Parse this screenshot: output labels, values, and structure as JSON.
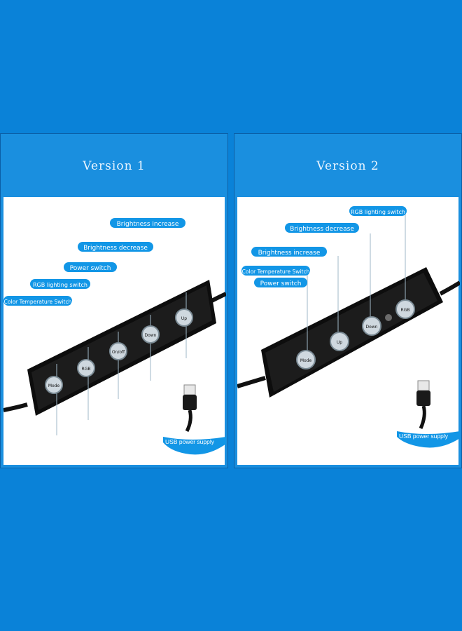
{
  "colors": {
    "background": "#0a82d8",
    "panel_header": "#1a8fdf",
    "callout": "#1296e6",
    "device_body": "#111111",
    "button": "#cfd8df"
  },
  "left": {
    "title": "Version 1",
    "callouts": {
      "brightness_increase": "Brightness increase",
      "brightness_decrease": "Brightness decrease",
      "power_switch": "Power switch",
      "rgb_lighting_switch": "RGB lighting switch",
      "color_temperature_switch": "Color Temperature Switch"
    },
    "buttons": {
      "mode": "Mode",
      "rgb": "RGB",
      "onoff": "On/off",
      "down": "Down",
      "up": "Up"
    },
    "usb_label": "USB power supply"
  },
  "right": {
    "title": "Version 2",
    "callouts": {
      "rgb_lighting_switch": "RGB lighting switch",
      "brightness_decrease": "Brightness decrease",
      "brightness_increase": "Brightness increase",
      "color_temperature_switch": "Color Temperature Switch",
      "power_switch": "Power switch"
    },
    "buttons": {
      "mode": "Mode",
      "up": "Up",
      "down": "Down",
      "rgb": "RGB"
    },
    "usb_label": "USB power supply"
  }
}
